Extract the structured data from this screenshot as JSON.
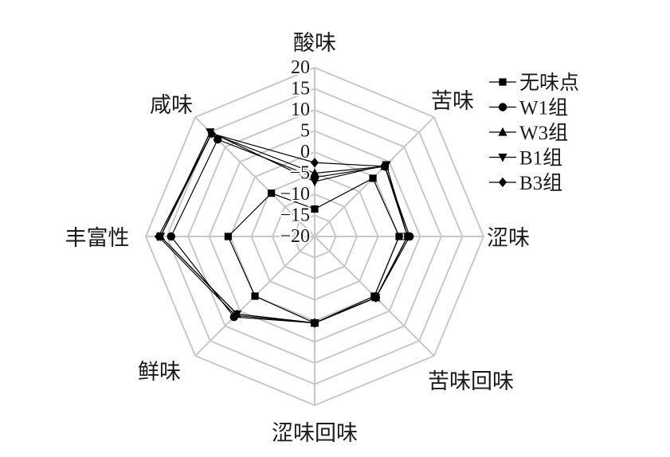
{
  "chart_data": {
    "type": "radar",
    "axes": [
      "酸味",
      "苦味",
      "涩味",
      "苦味回味",
      "涩味回味",
      "鲜味",
      "丰富性",
      "咸味"
    ],
    "rlim": [
      -20,
      20
    ],
    "ticks": [
      20,
      15,
      10,
      5,
      0,
      -5,
      -10,
      -15,
      -20
    ],
    "tick_labels": [
      "20",
      "15",
      "10",
      "5",
      "0",
      "−5",
      "−10",
      "−15",
      "−20"
    ],
    "grid": true,
    "legend": "top-right",
    "colors": {
      "grid": "#c8c8c8",
      "series": "#000000",
      "text": "#1a1a1a"
    },
    "series": [
      {
        "name": "无味点",
        "marker": "square",
        "values": [
          -13.5,
          -0.5,
          0,
          0,
          0.5,
          0,
          0.5,
          -5.5
        ]
      },
      {
        "name": "W1组",
        "marker": "circle",
        "values": [
          -6,
          3.5,
          2.5,
          0.5,
          0.5,
          7,
          14,
          12.5
        ]
      },
      {
        "name": "W3组",
        "marker": "triangle-up",
        "values": [
          -5,
          3.5,
          2,
          0.5,
          0.5,
          6,
          16.5,
          14.5
        ]
      },
      {
        "name": "B1组",
        "marker": "triangle-down",
        "values": [
          -7,
          4,
          2,
          0.5,
          0.5,
          6,
          16.5,
          15
        ]
      },
      {
        "name": "B3组",
        "marker": "diamond",
        "values": [
          -2.5,
          3.5,
          2,
          0.5,
          0.5,
          6.5,
          17,
          14.5
        ]
      }
    ]
  }
}
